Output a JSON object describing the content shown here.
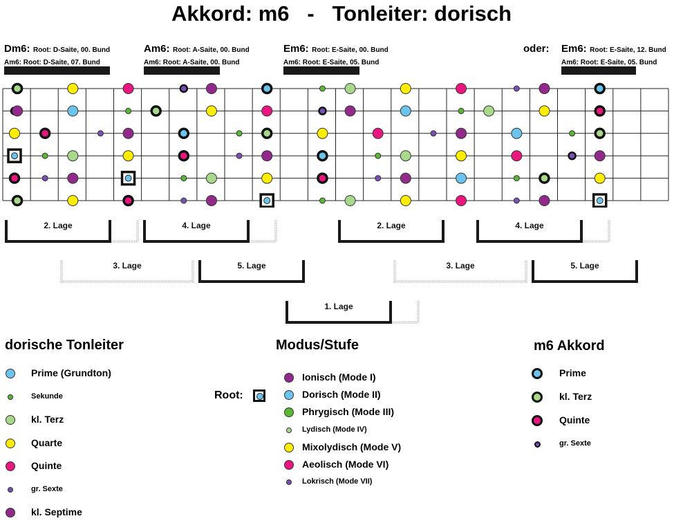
{
  "title": "Akkord: m6   -   Tonleiter: dorisch",
  "colors": {
    "prime": "#6cc4ee",
    "sekunde": "#5ab734",
    "kl_terz": "#a8d88a",
    "quarte": "#ffee00",
    "quinte": "#e8167e",
    "gr_sexte": "#7a4fb3",
    "kl_septime": "#922a8c",
    "mode_I": "#922a8c",
    "mode_II": "#6cc4ee",
    "mode_III": "#5ab734",
    "mode_IV": "#a8d88a",
    "mode_V": "#ffee00",
    "mode_VI": "#e8167e",
    "mode_VII": "#7a4fb3",
    "ring": "#111111",
    "lage_dark": "#1a1a1a",
    "lage_light": "#d4d4d4"
  },
  "headers": [
    {
      "name": "Dm6:",
      "line1": "Root: D-Saite, 00. Bund",
      "line2": "Am6: Root: D-Saite, 07. Bund"
    },
    {
      "name": "Am6:",
      "line1": "Root: A-Saite, 00. Bund",
      "line2": "Am6: Root: A-Saite, 00. Bund"
    },
    {
      "name": "Em6:",
      "line1": "Root: E-Saite, 00. Bund",
      "line2": "Am6: Root: E-Saite, 05. Bund"
    },
    {
      "prefix": "oder:",
      "name": "Em6:",
      "line1": "Root: E-Saite, 12. Bund",
      "line2": "Am6: Root: E-Saite, 05. Bund"
    }
  ],
  "fretboard": {
    "strings": 6,
    "frets": 24,
    "notes": [
      {
        "fret": 0,
        "string": 0,
        "degree": "sekunde"
      },
      {
        "fret": 1,
        "string": 0,
        "degree": "kl_terz",
        "ring": true
      },
      {
        "fret": 3,
        "string": 0,
        "degree": "quarte"
      },
      {
        "fret": 5,
        "string": 0,
        "degree": "quinte"
      },
      {
        "fret": 7,
        "string": 0,
        "degree": "gr_sexte",
        "ring": true
      },
      {
        "fret": 8,
        "string": 0,
        "degree": "kl_septime"
      },
      {
        "fret": 10,
        "string": 0,
        "degree": "prime",
        "ring": true
      },
      {
        "fret": 12,
        "string": 0,
        "degree": "sekunde"
      },
      {
        "fret": 13,
        "string": 0,
        "degree": "kl_terz"
      },
      {
        "fret": 15,
        "string": 0,
        "degree": "quarte"
      },
      {
        "fret": 17,
        "string": 0,
        "degree": "quinte"
      },
      {
        "fret": 19,
        "string": 0,
        "degree": "gr_sexte"
      },
      {
        "fret": 20,
        "string": 0,
        "degree": "kl_septime"
      },
      {
        "fret": 22,
        "string": 0,
        "degree": "prime",
        "ring": true
      },
      {
        "fret": 0,
        "string": 1,
        "degree": "gr_sexte",
        "ring": true
      },
      {
        "fret": 1,
        "string": 1,
        "degree": "kl_septime"
      },
      {
        "fret": 3,
        "string": 1,
        "degree": "prime"
      },
      {
        "fret": 5,
        "string": 1,
        "degree": "sekunde"
      },
      {
        "fret": 6,
        "string": 1,
        "degree": "kl_terz",
        "ring": true
      },
      {
        "fret": 8,
        "string": 1,
        "degree": "quarte"
      },
      {
        "fret": 10,
        "string": 1,
        "degree": "quinte"
      },
      {
        "fret": 12,
        "string": 1,
        "degree": "gr_sexte",
        "ring": true
      },
      {
        "fret": 13,
        "string": 1,
        "degree": "kl_septime"
      },
      {
        "fret": 15,
        "string": 1,
        "degree": "prime"
      },
      {
        "fret": 17,
        "string": 1,
        "degree": "sekunde"
      },
      {
        "fret": 18,
        "string": 1,
        "degree": "kl_terz"
      },
      {
        "fret": 20,
        "string": 1,
        "degree": "quarte"
      },
      {
        "fret": 22,
        "string": 1,
        "degree": "quinte",
        "ring": true
      },
      {
        "fret": 0,
        "string": 2,
        "degree": "quarte"
      },
      {
        "fret": 2,
        "string": 2,
        "degree": "quinte",
        "ring": true
      },
      {
        "fret": 4,
        "string": 2,
        "degree": "gr_sexte"
      },
      {
        "fret": 5,
        "string": 2,
        "degree": "kl_septime"
      },
      {
        "fret": 7,
        "string": 2,
        "degree": "prime",
        "ring": true
      },
      {
        "fret": 9,
        "string": 2,
        "degree": "sekunde"
      },
      {
        "fret": 10,
        "string": 2,
        "degree": "kl_terz",
        "ring": true
      },
      {
        "fret": 12,
        "string": 2,
        "degree": "quarte"
      },
      {
        "fret": 14,
        "string": 2,
        "degree": "quinte"
      },
      {
        "fret": 16,
        "string": 2,
        "degree": "gr_sexte"
      },
      {
        "fret": 17,
        "string": 2,
        "degree": "kl_septime"
      },
      {
        "fret": 19,
        "string": 2,
        "degree": "prime"
      },
      {
        "fret": 21,
        "string": 2,
        "degree": "sekunde"
      },
      {
        "fret": 22,
        "string": 2,
        "degree": "kl_terz",
        "ring": true
      },
      {
        "fret": 0,
        "string": 3,
        "degree": "prime",
        "ring": true,
        "root": true
      },
      {
        "fret": 2,
        "string": 3,
        "degree": "sekunde"
      },
      {
        "fret": 3,
        "string": 3,
        "degree": "kl_terz"
      },
      {
        "fret": 5,
        "string": 3,
        "degree": "quarte"
      },
      {
        "fret": 7,
        "string": 3,
        "degree": "quinte",
        "ring": true
      },
      {
        "fret": 9,
        "string": 3,
        "degree": "gr_sexte"
      },
      {
        "fret": 10,
        "string": 3,
        "degree": "kl_septime"
      },
      {
        "fret": 12,
        "string": 3,
        "degree": "prime",
        "ring": true
      },
      {
        "fret": 14,
        "string": 3,
        "degree": "sekunde"
      },
      {
        "fret": 15,
        "string": 3,
        "degree": "kl_terz"
      },
      {
        "fret": 17,
        "string": 3,
        "degree": "quarte"
      },
      {
        "fret": 19,
        "string": 3,
        "degree": "quinte"
      },
      {
        "fret": 21,
        "string": 3,
        "degree": "gr_sexte",
        "ring": true
      },
      {
        "fret": 22,
        "string": 3,
        "degree": "kl_septime"
      },
      {
        "fret": 0,
        "string": 4,
        "degree": "quinte",
        "ring": true
      },
      {
        "fret": 2,
        "string": 4,
        "degree": "gr_sexte"
      },
      {
        "fret": 3,
        "string": 4,
        "degree": "kl_septime"
      },
      {
        "fret": 5,
        "string": 4,
        "degree": "prime",
        "ring": true,
        "root": true
      },
      {
        "fret": 7,
        "string": 4,
        "degree": "sekunde"
      },
      {
        "fret": 8,
        "string": 4,
        "degree": "kl_terz"
      },
      {
        "fret": 10,
        "string": 4,
        "degree": "quarte"
      },
      {
        "fret": 12,
        "string": 4,
        "degree": "quinte",
        "ring": true
      },
      {
        "fret": 14,
        "string": 4,
        "degree": "gr_sexte"
      },
      {
        "fret": 15,
        "string": 4,
        "degree": "kl_septime"
      },
      {
        "fret": 17,
        "string": 4,
        "degree": "prime"
      },
      {
        "fret": 19,
        "string": 4,
        "degree": "sekunde"
      },
      {
        "fret": 20,
        "string": 4,
        "degree": "kl_terz",
        "ring": true
      },
      {
        "fret": 22,
        "string": 4,
        "degree": "quarte"
      },
      {
        "fret": 0,
        "string": 5,
        "degree": "sekunde"
      },
      {
        "fret": 1,
        "string": 5,
        "degree": "kl_terz",
        "ring": true
      },
      {
        "fret": 3,
        "string": 5,
        "degree": "quarte"
      },
      {
        "fret": 5,
        "string": 5,
        "degree": "quinte",
        "ring": true
      },
      {
        "fret": 7,
        "string": 5,
        "degree": "gr_sexte"
      },
      {
        "fret": 8,
        "string": 5,
        "degree": "kl_septime"
      },
      {
        "fret": 10,
        "string": 5,
        "degree": "prime",
        "ring": true,
        "root": true
      },
      {
        "fret": 12,
        "string": 5,
        "degree": "sekunde"
      },
      {
        "fret": 13,
        "string": 5,
        "degree": "kl_terz"
      },
      {
        "fret": 15,
        "string": 5,
        "degree": "quarte"
      },
      {
        "fret": 17,
        "string": 5,
        "degree": "quinte"
      },
      {
        "fret": 19,
        "string": 5,
        "degree": "gr_sexte"
      },
      {
        "fret": 20,
        "string": 5,
        "degree": "kl_septime"
      },
      {
        "fret": 22,
        "string": 5,
        "degree": "prime",
        "ring": true,
        "root": true
      }
    ]
  },
  "lagen": [
    {
      "label": "2. Lage",
      "style": "dark"
    },
    {
      "label": "4. Lage",
      "style": "dark"
    },
    {
      "label": "2. Lage",
      "style": "dark"
    },
    {
      "label": "4. Lage",
      "style": "dark"
    },
    {
      "label": "3. Lage",
      "style": "light"
    },
    {
      "label": "5. Lage",
      "style": "dark"
    },
    {
      "label": "3. Lage",
      "style": "light"
    },
    {
      "label": "5. Lage",
      "style": "dark"
    },
    {
      "label": "1. Lage",
      "style": "dark"
    }
  ],
  "legend_scale": {
    "title": "dorische Tonleiter",
    "items": [
      {
        "label": "Prime (Grundton)",
        "degree": "prime",
        "size": "big"
      },
      {
        "label": "Sekunde",
        "degree": "sekunde",
        "size": "small"
      },
      {
        "label": "kl. Terz",
        "degree": "kl_terz",
        "size": "big"
      },
      {
        "label": "Quarte",
        "degree": "quarte",
        "size": "big"
      },
      {
        "label": "Quinte",
        "degree": "quinte",
        "size": "big"
      },
      {
        "label": "gr. Sexte",
        "degree": "gr_sexte",
        "size": "small"
      },
      {
        "label": "kl. Septime",
        "degree": "kl_septime",
        "size": "big"
      }
    ]
  },
  "legend_modes": {
    "title": "Modus/Stufe",
    "root_label": "Root:",
    "items": [
      {
        "label": "Ionisch (Mode I)",
        "color": "mode_I",
        "size": "big"
      },
      {
        "label": "Dorisch (Mode II)",
        "color": "mode_II",
        "size": "big"
      },
      {
        "label": "Phrygisch (Mode III)",
        "color": "mode_III",
        "size": "big"
      },
      {
        "label": "Lydisch (Mode IV)",
        "color": "mode_IV",
        "size": "small"
      },
      {
        "label": "Mixolydisch (Mode V)",
        "color": "mode_V",
        "size": "big"
      },
      {
        "label": "Aeolisch (Mode VI)",
        "color": "mode_VI",
        "size": "big"
      },
      {
        "label": "Lokrisch (Mode VII)",
        "color": "mode_VII",
        "size": "small"
      }
    ]
  },
  "legend_chord": {
    "title": "m6 Akkord",
    "items": [
      {
        "label": "Prime",
        "degree": "prime",
        "size": "big"
      },
      {
        "label": "kl. Terz",
        "degree": "kl_terz",
        "size": "big"
      },
      {
        "label": "Quinte",
        "degree": "quinte",
        "size": "big"
      },
      {
        "label": "gr. Sexte",
        "degree": "gr_sexte",
        "size": "small"
      }
    ]
  }
}
